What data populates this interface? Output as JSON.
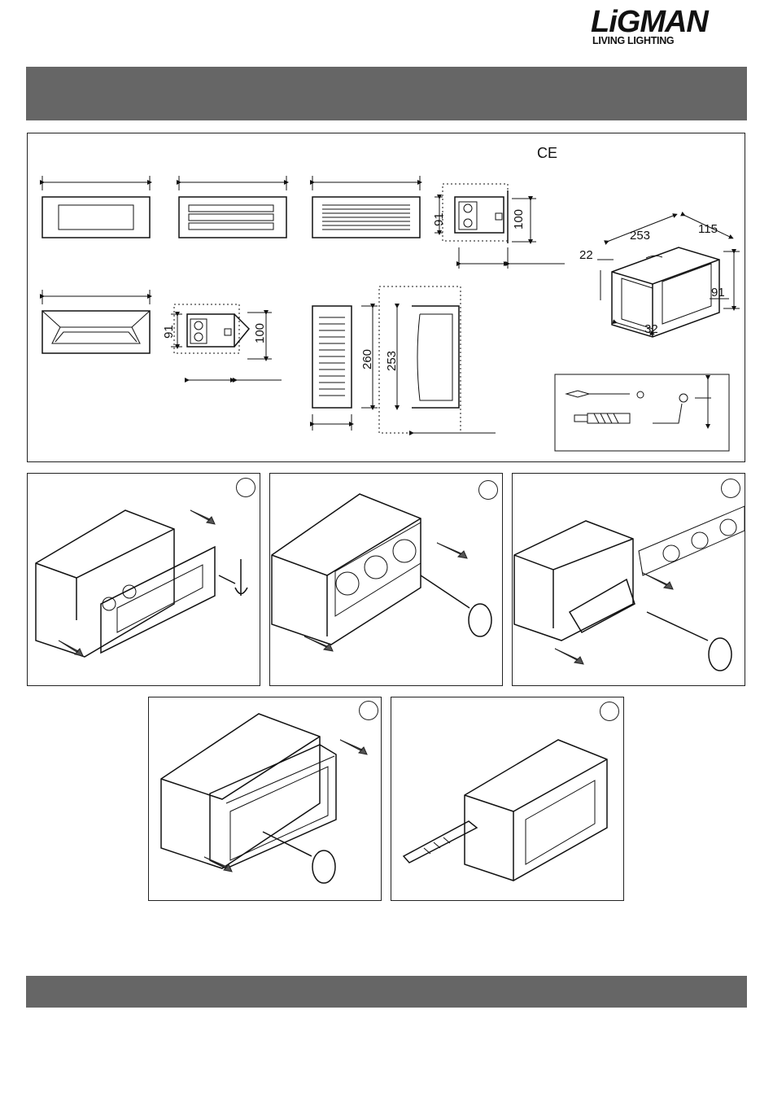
{
  "brand": {
    "name": "LiGMAN",
    "tagline": "LIVING LIGHTING"
  },
  "spec": {
    "ce_mark": "CE",
    "dims": {
      "small_height": "91",
      "small_depth": "100",
      "box_length": "253",
      "box_depth": "115",
      "box_wall": "22",
      "box_height": "91",
      "box_bottom": "32",
      "vert_total": "260",
      "vert_inner": "253"
    }
  },
  "steps": [
    {
      "id": "step-1"
    },
    {
      "id": "step-2"
    },
    {
      "id": "step-3"
    },
    {
      "id": "step-4"
    },
    {
      "id": "step-5"
    }
  ],
  "icons": [
    "screwdriver-icon",
    "screw-icon",
    "allen-key-icon",
    "wall-plug-icon",
    "arrow-icon"
  ]
}
